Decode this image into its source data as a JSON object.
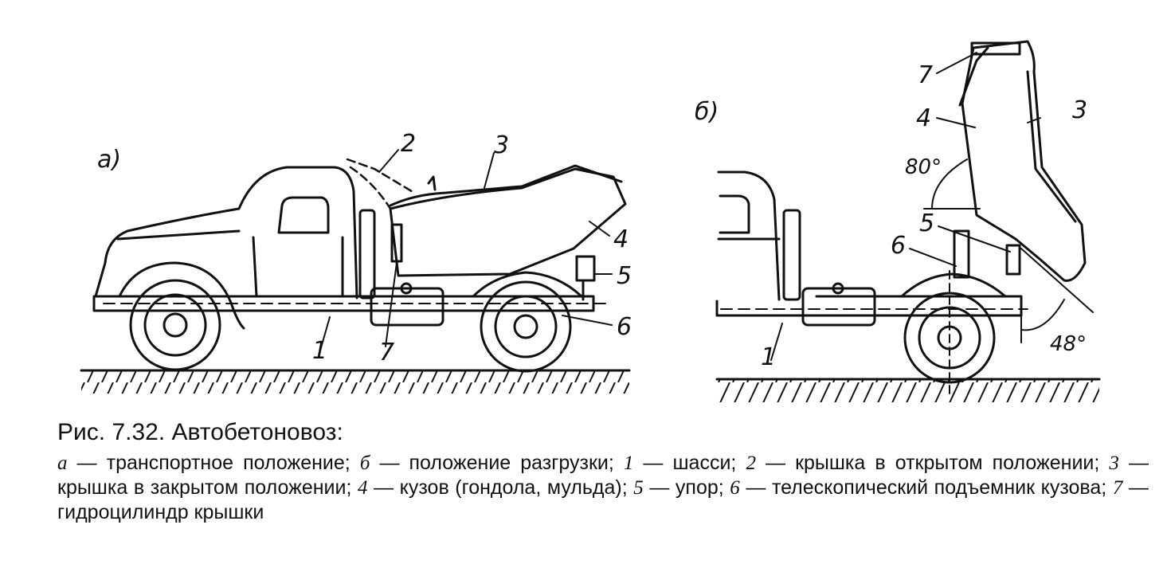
{
  "figure": {
    "panel_a": "а)",
    "panel_b": "б)",
    "labels_a": {
      "l1": "1",
      "l2": "2",
      "l3": "3",
      "l4": "4",
      "l5": "5",
      "l6": "6",
      "l7": "7"
    },
    "labels_b": {
      "l1": "1",
      "l3": "3",
      "l4": "4",
      "l5": "5",
      "l6": "6",
      "l7": "7"
    },
    "angle_body": "80°",
    "angle_base": "48°"
  },
  "caption": {
    "title": "Рис.  7.32. Автобетоновоз:",
    "parts": [
      {
        "key": "а",
        "text": "транспортное положение;"
      },
      {
        "key": "б",
        "text": "положение разгрузки;"
      },
      {
        "key": "1",
        "text": "шасси;"
      },
      {
        "key": "2",
        "text": "крышка в открытом положении;"
      },
      {
        "key": "3",
        "text": "крышка в закрытом положении;"
      },
      {
        "key": "4",
        "text": "кузов (гондола, мульда);"
      },
      {
        "key": "5",
        "text": "упор;"
      },
      {
        "key": "6",
        "text": "телескопический подъемник кузова;"
      },
      {
        "key": "7",
        "text": "гидроцилиндр крышки"
      }
    ]
  }
}
